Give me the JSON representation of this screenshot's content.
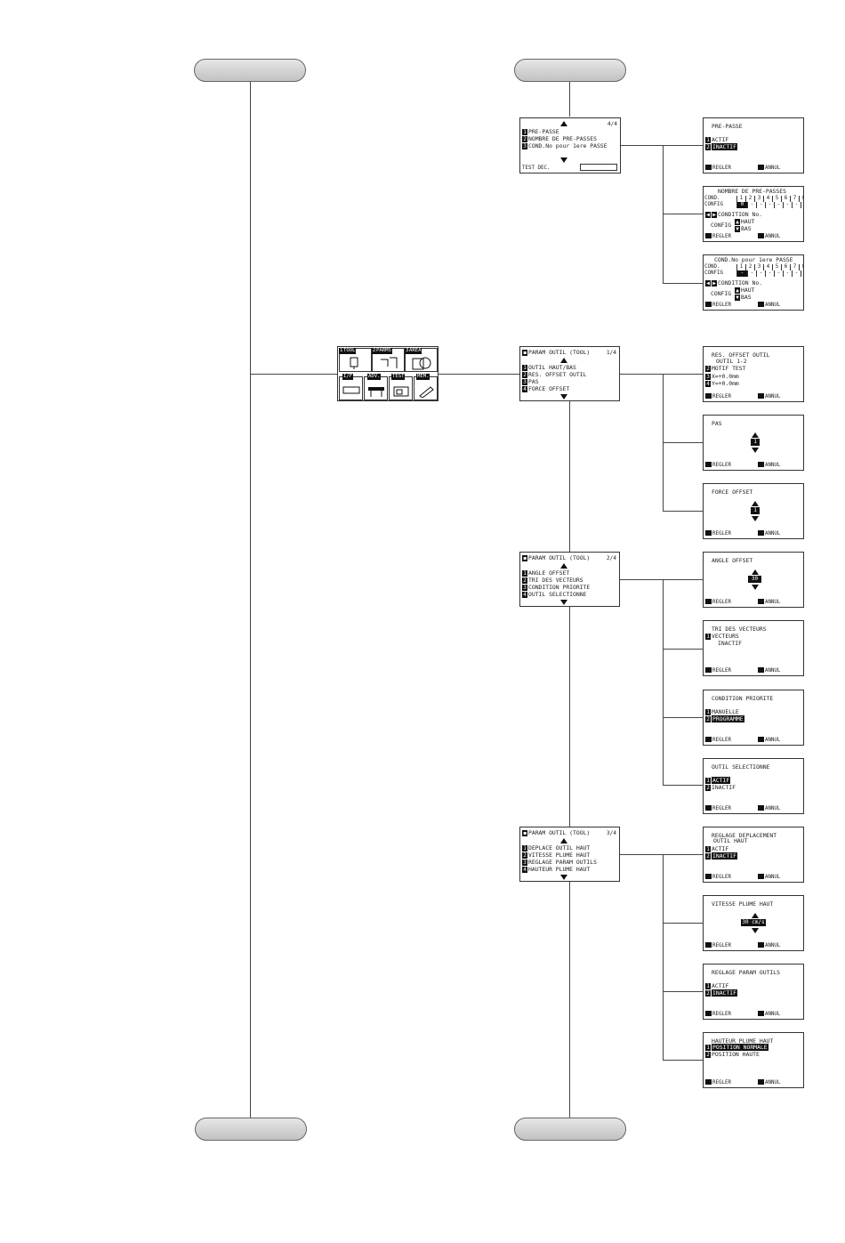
{
  "lists": {
    "prepasse_menu": {
      "page": "4/4",
      "items": [
        "PRE-PASSE",
        "NOMBRE DE PRE-PASSES",
        "COND.No pour 1ere PASSE"
      ],
      "footer": "TEST DEC."
    },
    "tool_menu_1": {
      "title": "PARAM OUTIL (TOOL)",
      "page": "1/4",
      "items": [
        "OUTIL HAUT/BAS",
        "RES. OFFSET OUTIL",
        "PAS",
        "FORCE OFFSET"
      ]
    },
    "tool_menu_2": {
      "title": "PARAM OUTIL (TOOL)",
      "page": "2/4",
      "items": [
        "ANGLE OFFSET",
        "TRI DES VECTEURS",
        "CONDITION PRIORITE",
        "OUTIL SELECTIONNE"
      ]
    },
    "tool_menu_3": {
      "title": "PARAM OUTIL (TOOL)",
      "page": "3/4",
      "items": [
        "DEPLACE OUTIL HAUT",
        "VITESSE PLUME HAUT",
        "REGLAGE PARAM OUTILS",
        "HAUTEUR PLUME HAUT"
      ]
    }
  },
  "footer": {
    "ok": "REGLER",
    "cancel": "ANNUL"
  },
  "screens": {
    "prepasse": {
      "title": "PRE-PASSE",
      "opts": [
        "ACTIF",
        "INACTIF"
      ]
    },
    "nombre": {
      "title": "NOMBRE DE PRE-PASSES",
      "cond": "COND.",
      "config": "CONFIG",
      "cols": [
        "1",
        "2",
        "3",
        "4",
        "5",
        "6",
        "7",
        "8"
      ],
      "vals": [
        "0",
        "-",
        "-",
        "-",
        "-",
        "-",
        "-",
        "-"
      ],
      "l1": "CONDITION No.",
      "l2": "CONFIG",
      "haut": "HAUT",
      "bas": "BAS"
    },
    "condno": {
      "title": "COND.No pour 1ere PASSE",
      "cond": "COND.",
      "config": "CONFIG",
      "cols": [
        "1",
        "2",
        "3",
        "4",
        "5",
        "6",
        "7",
        "8"
      ],
      "vals": [
        "-",
        "-",
        "-",
        "-",
        "-",
        "-",
        "-",
        "-"
      ],
      "l1": "CONDITION No.",
      "l2": "CONFIG",
      "haut": "HAUT",
      "bas": "BAS"
    },
    "resoffset": {
      "title": "RES. OFFSET OUTIL",
      "sub": "OUTIL 1-2",
      "opts": [
        "MOTIF TEST",
        "X=+0.0mm",
        "Y=+0.0mm"
      ]
    },
    "pas": {
      "title": "PAS",
      "value": "1"
    },
    "force": {
      "title": "FORCE OFFSET",
      "value": "1"
    },
    "angle": {
      "title": "ANGLE OFFSET",
      "value": "30"
    },
    "tri": {
      "title": "TRI DES VECTEURS",
      "opts": [
        "VECTEURS"
      ],
      "sub": "INACTIF"
    },
    "priorite": {
      "title": "CONDITION PRIORITE",
      "opts": [
        "MANUELLE",
        "PROGRAMME"
      ]
    },
    "selection": {
      "title": "OUTIL SELECTIONNE",
      "opts": [
        "ACTIF",
        "INACTIF"
      ]
    },
    "deplace": {
      "title": "REGLAGE DEPLACEMENT",
      "sub": "OUTIL HAUT",
      "opts": [
        "ACTIF",
        "INACTIF"
      ]
    },
    "vitesse": {
      "title": "VITESSE PLUME HAUT",
      "value": "30 cm/s"
    },
    "reglage": {
      "title": "REGLAGE PARAM OUTILS",
      "opts": [
        "ACTIF",
        "INACTIF"
      ]
    },
    "hauteur": {
      "title": "HAUTEUR PLUME HAUT",
      "opts": [
        "POSITION NORMALE",
        "POSITION HAUTE"
      ]
    }
  },
  "main_menu": {
    "labels": [
      "TOOL",
      "PARMS",
      "AREA",
      "I/F",
      "ADV.",
      "TEST",
      "MEM."
    ],
    "keys": [
      "1",
      "2",
      "3"
    ]
  }
}
